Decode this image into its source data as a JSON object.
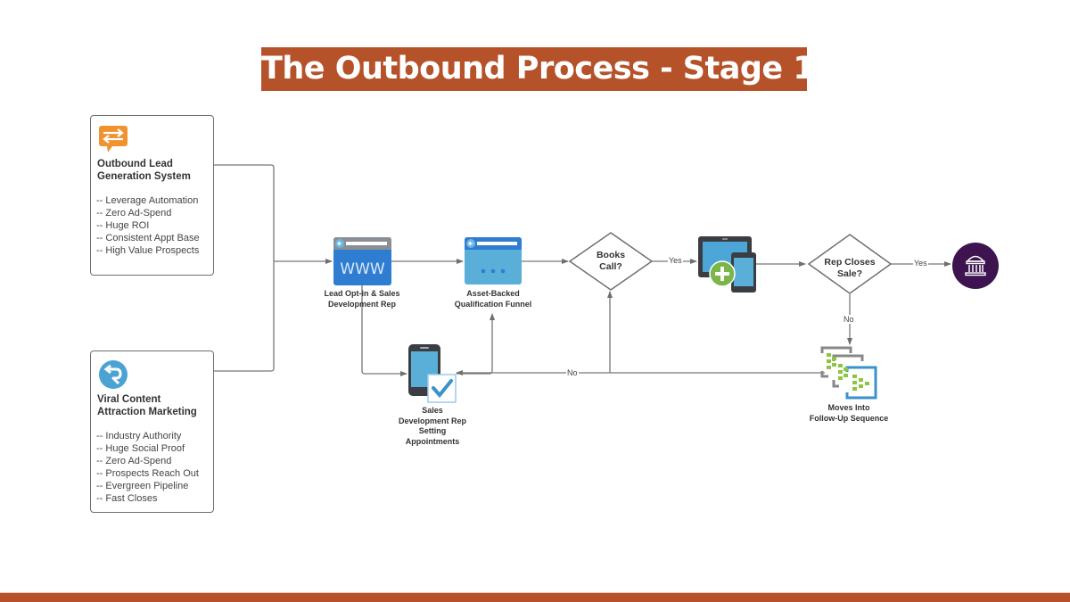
{
  "title": "The Outbound Process - Stage 1",
  "colors": {
    "brand": "#b5522a",
    "connector": "#6f6f6f",
    "blue": "#2f7dd1",
    "light_blue": "#5aafd9",
    "green": "#7ab648",
    "purple": "#3d1450",
    "orange": "#f0922e"
  },
  "sources": [
    {
      "icon": "chat-exchange-icon",
      "heading_lines": [
        "Outbound Lead",
        "Generation System"
      ],
      "bullets": [
        "-- Leverage Automation",
        "-- Zero Ad-Spend",
        "-- Huge ROI",
        "-- Consistent Appt Base",
        "-- High Value Prospects"
      ]
    },
    {
      "icon": "refresh-arrow-icon",
      "heading_lines": [
        "Viral Content",
        "Attraction Marketing"
      ],
      "bullets": [
        "-- Industry Authority",
        "-- Huge Social Proof",
        "-- Zero Ad-Spend",
        "-- Prospects Reach Out",
        "-- Evergreen Pipeline",
        "-- Fast Closes"
      ]
    }
  ],
  "nodes": {
    "lead_optin": {
      "icon": "www-browser-icon",
      "icon_text": "WWW",
      "label_lines": [
        "Lead Opt-in & Sales",
        "Development Rep"
      ]
    },
    "funnel": {
      "icon": "browser-window-icon",
      "label_lines": [
        "Asset-Backed",
        "Qualification Funnel"
      ]
    },
    "books_call": {
      "type": "decision",
      "label_lines": [
        "Books",
        "Call?"
      ]
    },
    "devices": {
      "icon": "devices-add-icon"
    },
    "rep_closes": {
      "type": "decision",
      "label_lines": [
        "Rep Closes",
        "Sale?"
      ]
    },
    "bank": {
      "icon": "bank-icon"
    },
    "sdr": {
      "icon": "phone-check-icon",
      "label_lines": [
        "Sales",
        "Development Rep",
        "Setting",
        "Appointments"
      ]
    },
    "followup": {
      "icon": "sequence-icon",
      "label_lines": [
        "Moves Into",
        "Follow-Up Sequence"
      ]
    }
  },
  "edges": {
    "books_yes": "Yes",
    "rep_yes": "Yes",
    "rep_no": "No",
    "loop_no": "No"
  }
}
